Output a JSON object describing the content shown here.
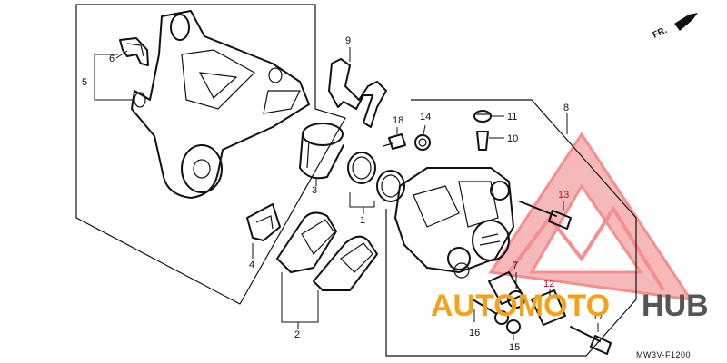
{
  "diagram": {
    "part_numbers": {
      "p1": "1",
      "p2": "2",
      "p3": "3",
      "p4": "4",
      "p5": "5",
      "p6": "6",
      "p7": "7",
      "p8": "8",
      "p9": "9",
      "p10": "10",
      "p11": "11",
      "p12": "12",
      "p13": "13",
      "p14": "14",
      "p15": "15",
      "p16": "16",
      "p17": "17",
      "p18": "18"
    },
    "direction_label": "FR.",
    "drawing_code": "MW3V-F1200"
  },
  "watermark": {
    "auto": "AUTOMOTO",
    "hub": "HUB",
    "color_orange": "#f5a21a",
    "color_gray": "#555555",
    "color_logo": "#e33"
  }
}
